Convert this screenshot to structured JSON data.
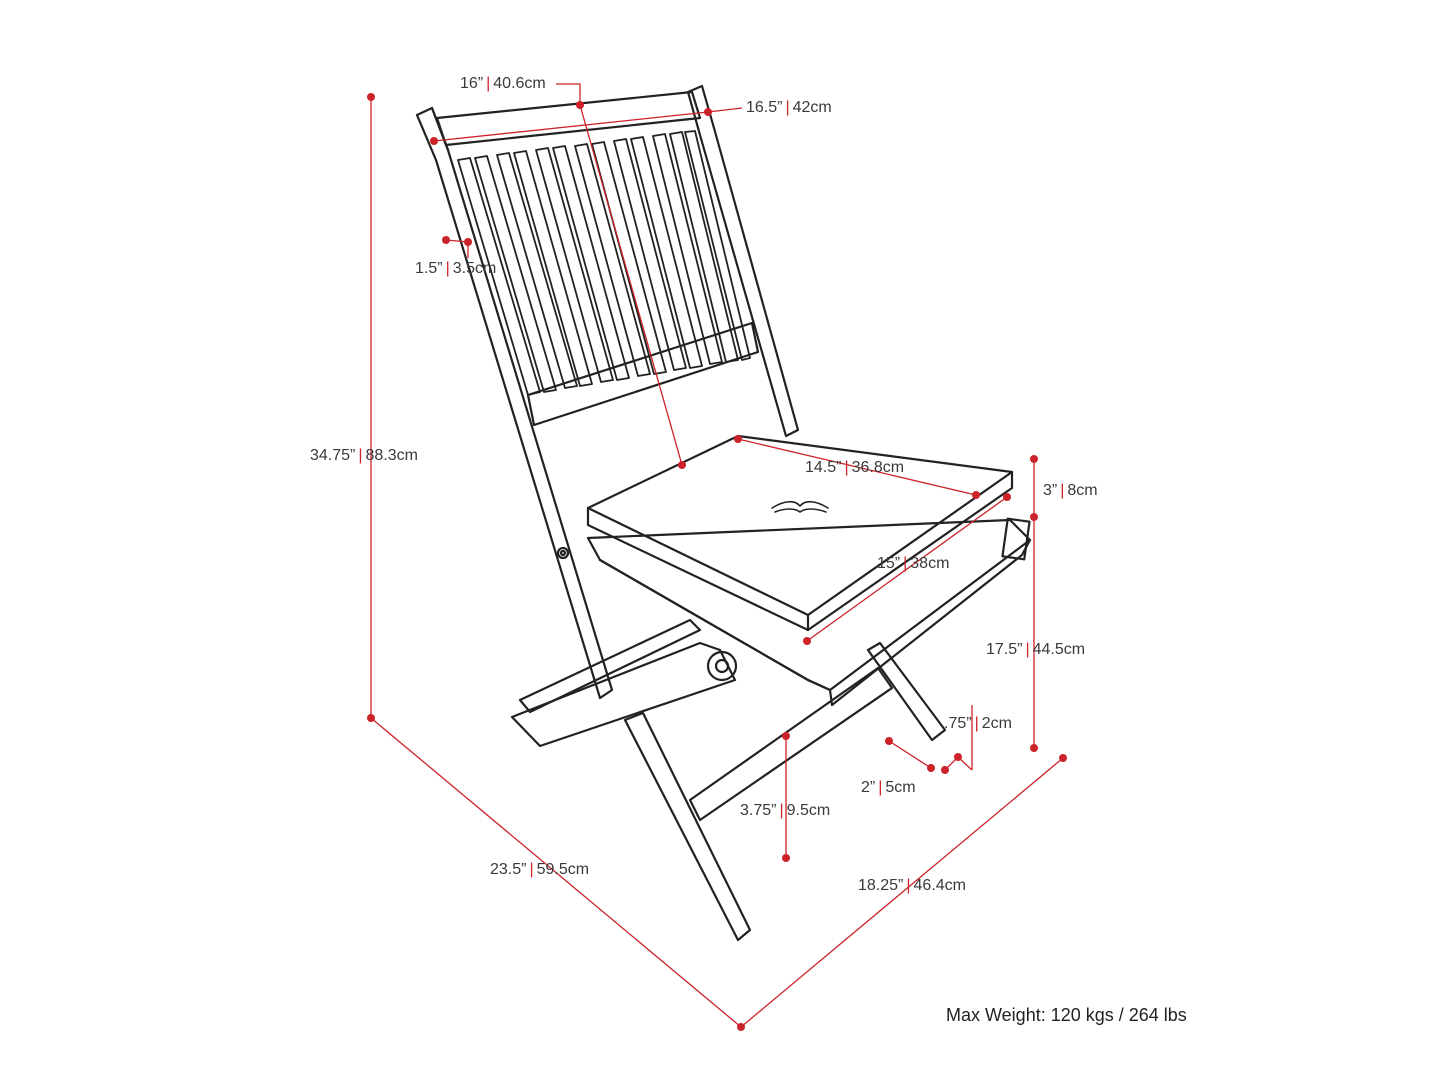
{
  "colors": {
    "dimension": "#cc2229",
    "outline": "#222222",
    "text": "#3a3a3a"
  },
  "dimensions": [
    {
      "key": "top_width",
      "imperial": "16”",
      "metric": "40.6cm"
    },
    {
      "key": "backrest_width",
      "imperial": "16.5”",
      "metric": "42cm"
    },
    {
      "key": "leg_thickness",
      "imperial": "1.5”",
      "metric": "3.5cm"
    },
    {
      "key": "total_height",
      "imperial": "34.75”",
      "metric": "88.3cm"
    },
    {
      "key": "cushion_width",
      "imperial": "14.5”",
      "metric": "36.8cm"
    },
    {
      "key": "cushion_thick",
      "imperial": "3”",
      "metric": "8cm"
    },
    {
      "key": "cushion_depth",
      "imperial": "15”",
      "metric": "38cm"
    },
    {
      "key": "seat_height",
      "imperial": "17.5”",
      "metric": "44.5cm"
    },
    {
      "key": "slat_gap",
      "imperial": ".75”",
      "metric": "2cm"
    },
    {
      "key": "slat_width",
      "imperial": "2”",
      "metric": "5cm"
    },
    {
      "key": "stretcher_height",
      "imperial": "3.75”",
      "metric": "9.5cm"
    },
    {
      "key": "total_depth",
      "imperial": "23.5”",
      "metric": "59.5cm"
    },
    {
      "key": "total_width",
      "imperial": "18.25”",
      "metric": "46.4cm"
    }
  ],
  "footer": {
    "max_weight": "Max Weight: 120 kgs / 264 lbs"
  }
}
